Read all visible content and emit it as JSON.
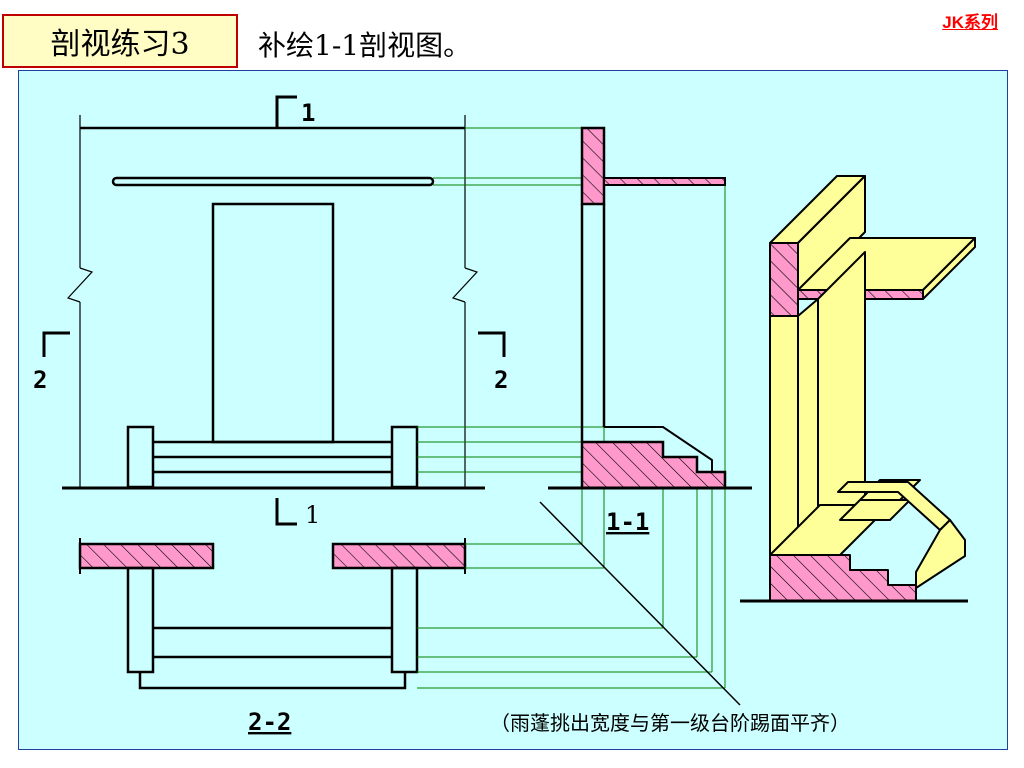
{
  "header": {
    "title": "剖视练习3",
    "instruction": "补绘1-1剖视图。",
    "series_link": "JK系列"
  },
  "labels": {
    "cut_1_top": "1",
    "cut_1_bottom": "1",
    "cut_2_left": "2",
    "cut_2_right": "2",
    "view_1_1": "1-1",
    "view_2_2": "2-2"
  },
  "note": "（雨蓬挑出宽度与第一级台阶踢面平齐）",
  "colors": {
    "background": "#ccffff",
    "section_fill": "#ff99cc",
    "hatch": "#000000",
    "model_fill": "#ffff99",
    "projection_lines": "#008000",
    "title_border": "#c00000",
    "link": "#ff0000"
  }
}
